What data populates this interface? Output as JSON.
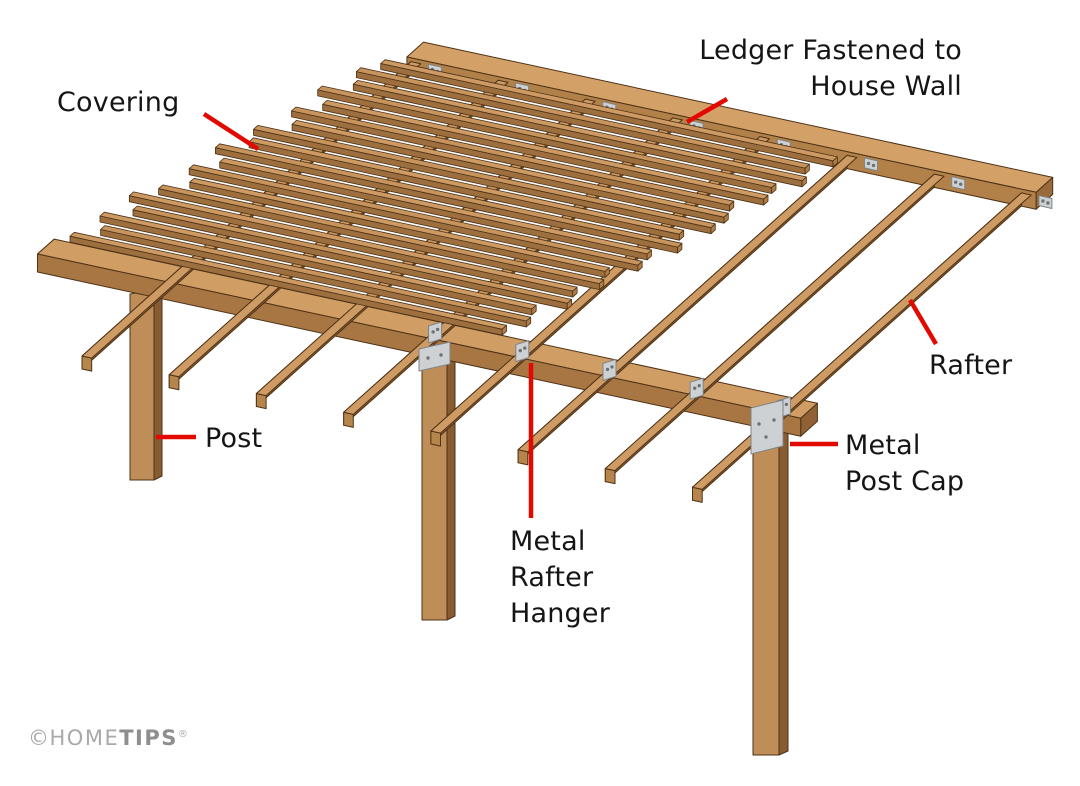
{
  "diagram": {
    "subject": "Patio cover frame construction diagram",
    "labels": {
      "covering": "Covering",
      "ledger": "Ledger Fastened to\nHouse Wall",
      "rafter": "Rafter",
      "post": "Post",
      "metal_post_cap": "Metal\nPost Cap",
      "metal_rafter_hanger": "Metal\nRafter\nHanger"
    },
    "colors": {
      "annotation_red": "#e20a00",
      "wood_light": "#cd9b63",
      "wood_dark": "#8a5e33",
      "hardware_metal": "#cdd1d3",
      "background": "#ffffff"
    }
  },
  "watermark": {
    "copyright": "©",
    "brand_first": "HOME",
    "brand_second": "TIPS",
    "registered": "®"
  }
}
